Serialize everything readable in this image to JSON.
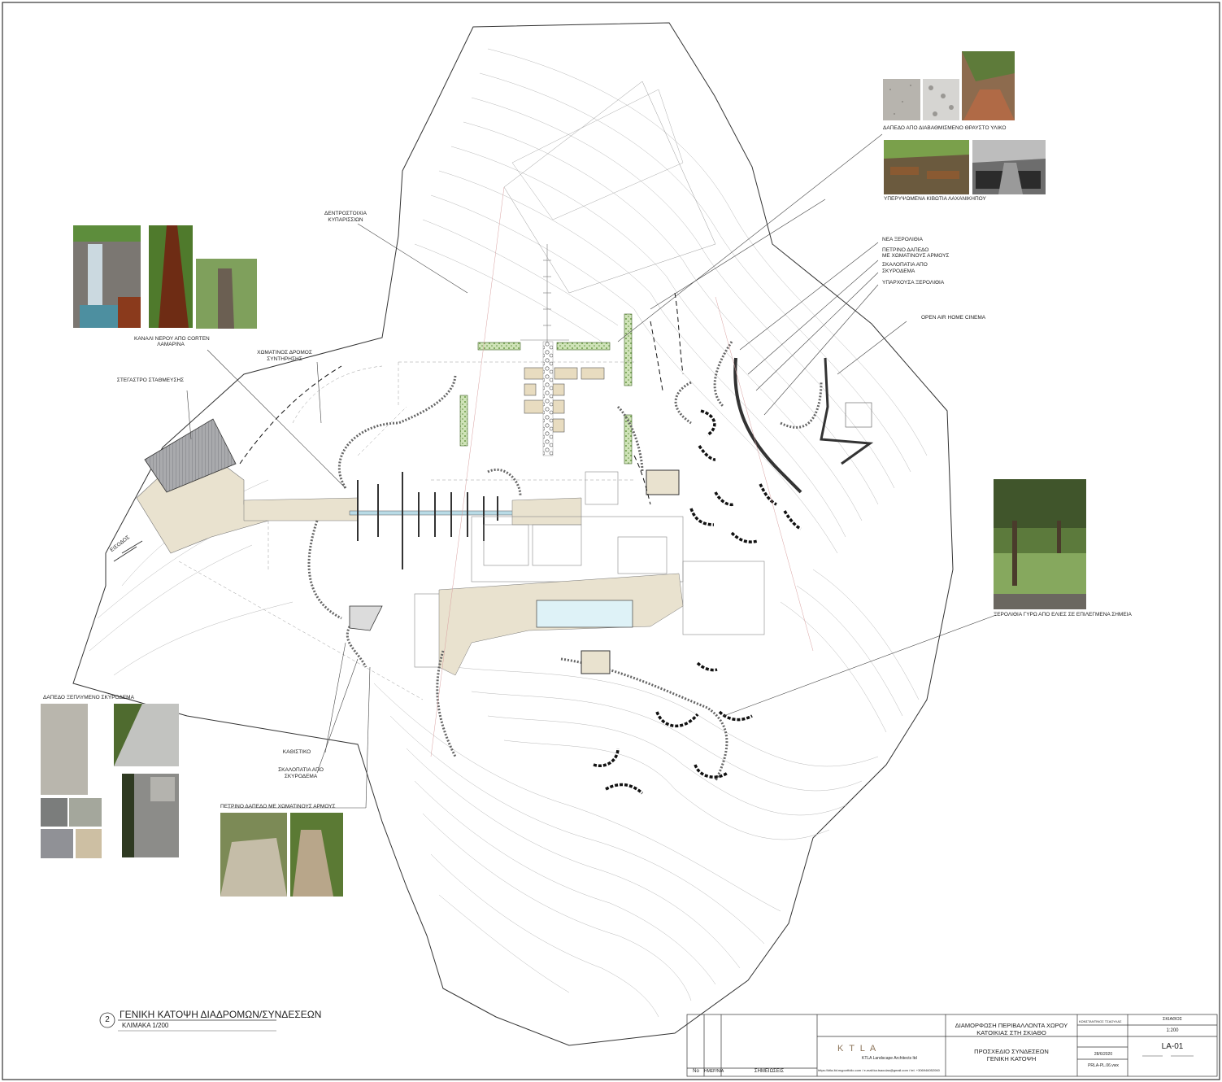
{
  "drawing": {
    "number": "2",
    "title": "ΓΕΝΙΚΗ ΚΑΤΟΨΗ ΔΙΑΔΡΟΜΩΝ/ΣΥΝΔΕΣΕΩΝ",
    "scale": "ΚΛΙΜΑΚΑ 1/200"
  },
  "annotations": {
    "gravel_floor": "ΔΑΠΕΔΟ ΑΠΟ ΔΙΑΒΑΘΜΙΣΜΕΝΟ ΘΡΑΥΣΤΟ ΥΛΙΚΟ",
    "raised_beds": "ΥΠΕΡΥΨΩΜΕΝΑ ΚΙΒΩΤΙΑ ΛΑΧΑΝΙΚΗΠΟΥ",
    "cypress_line_1": "ΔΕΝΤΡΟΣΤΟΙΧΙΑ",
    "cypress_line_2": "ΚΥΠΑΡΙΣΣΙΩΝ",
    "new_drystone": "ΝΕΑ ΞΕΡΟΛΙΘΙΑ",
    "stone_floor_1": "ΠΕΤΡΙΝΟ ΔΑΠΕΔΟ",
    "stone_floor_2": "ΜΕ ΧΩΜΑΤΙΝΟΥΣ ΑΡΜΟΥΣ",
    "concrete_steps_1": "ΣΚΑΛΟΠΑΤΙΑ ΑΠΟ",
    "concrete_steps_2": "ΣΚΥΡΟΔΕΜΑ",
    "existing_drystone": "ΥΠΑΡΧΟΥΣΑ ΞΕΡΟΛΙΘΙΑ",
    "cinema": "OPEN AIR HOME CINEMA",
    "water_channel_1": "ΚΑΝΑΛΙ ΝΕΡΟΥ ΑΠΟ CORTEN",
    "water_channel_2": "ΛΑΜΑΡΙΝΑ",
    "dirt_road_1": "ΧΩΜΑΤΙΝΟΣ ΔΡΟΜΟΣ",
    "dirt_road_2": "ΣΥΝΤΗΡΗΣΗΣ",
    "parking": "ΣΤΕΓΑΣΤΡΟ ΣΤΑΘΜΕΥΣΗΣ",
    "entrance": "ΕΙΣΟΔΟΣ",
    "olives": "ΞΕΡΟΛΙΘΙΑ ΓΥΡΩ ΑΠΟ ΕΛΙΕΣ ΣΕ ΕΠΙΛΕΓΜΕΝΑ ΣΗΜΕΙΑ",
    "washed_concrete": "ΔΑΠΕΔΟ ΞΕΠΛΥΜΕΝΟ ΣΚΥΡΟΔΕΜΑ",
    "seat": "ΚΑΘΙΣΤΙΚΟ",
    "steps_concrete_1": "ΣΚΑΛΟΠΑΤΙΑ ΑΠΟ",
    "steps_concrete_2": "ΣΚΥΡΟΔΕΜΑ",
    "stone_joints": "ΠΕΤΡΙΝΟ ΔΑΠΕΔΟ ΜΕ ΧΩΜΑΤΙΝΟΥΣ ΑΡΜΟΥΣ"
  },
  "title_block": {
    "col_no": "No",
    "col_date": "ΗΜΕΡ/ΝΙΑ",
    "col_notes": "ΣΗΜΕΙΩΣΕΙΣ",
    "project_title_line1": "ΔΙΑΜΟΡΦΩΣΗ ΠΕΡΙΒΑΛΛΟΝΤΑ ΧΩΡΟΥ",
    "project_title_line2": "ΚΑΤΟΙΚΙΑΣ ΣΤΗ ΣΚΙΑΘΟ",
    "sheet_title_line1": "ΠΡΟΣΧΕΔΙΟ ΣΥΝΔΕΣΕΩΝ",
    "sheet_title_line2": "ΓΕΝΙΚΗ ΚΑΤΟΨΗ",
    "office_logo": "K T L A",
    "office_name": "KTLA Landscape Architects ltd",
    "contact": "https://ktla-ltd.myportfolio.com / e-mail:ka.tsaoulas@gmail.com / tel. +306946052060",
    "owner": "ΚΩΝΣΤΑΝΤΙΝΟΣ ΤΣΑΟΥΛΑΣ",
    "location": "ΣΚΙΑΘΟΣ",
    "scale": "1:200",
    "date": "28/6/2020",
    "file": "PRLA-PL.06.vwx",
    "sheet_no": "LA-01"
  }
}
